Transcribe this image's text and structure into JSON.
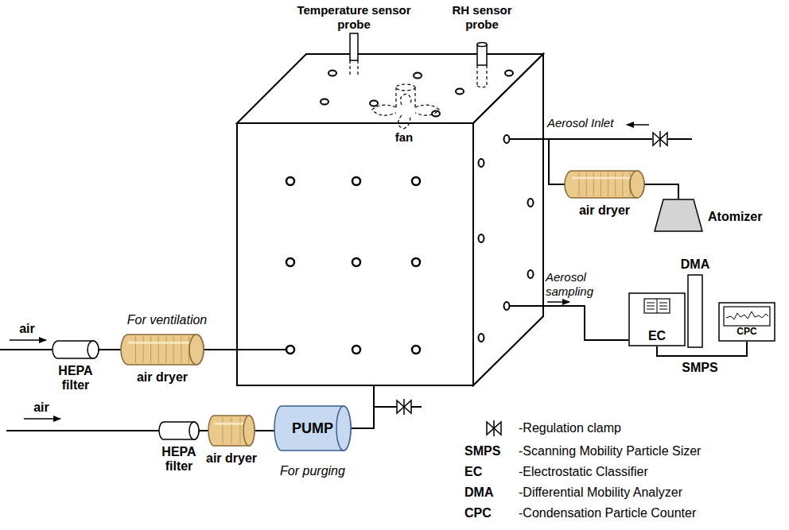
{
  "diagram": {
    "nodes": [
      {
        "text": [
          "air dryer"
        ]
      },
      {
        "text": [
          "Atomizer"
        ]
      },
      {
        "text": [
          "EC"
        ]
      },
      {
        "text": [
          "DMA"
        ]
      },
      {
        "text": [
          "CPC"
        ]
      },
      {
        "text": [
          "HEPA filter"
        ]
      },
      {
        "text": [
          "air dryer"
        ]
      },
      {
        "text": [
          "HEPA filter"
        ]
      },
      {
        "text": [
          "air dryer"
        ]
      },
      {
        "text": [
          "PUMP"
        ]
      }
    ],
    "edges": [
      {
        "from": 1,
        "to": 0,
        "arrow": "none"
      },
      {
        "from": 2,
        "to": 4,
        "arrow": "none"
      },
      {
        "from": 5,
        "to": 6,
        "arrow": "none"
      },
      {
        "from": 7,
        "to": 8,
        "arrow": "none"
      },
      {
        "from": 8,
        "to": 9,
        "arrow": "none"
      }
    ],
    "labels": [
      "Temperature sensor probe",
      "RH sensor probe",
      "fan",
      "Aerosol Inlet",
      "Aerosol sampling",
      "air",
      "For ventilation",
      "air",
      "For purging",
      "SMPS",
      "SMPS",
      "-Scanning Mobility Particle Sizer",
      "EC",
      "-Electrostatic Classifier",
      "DMA",
      "-Differential Mobility Analyzer",
      "CPC",
      "-Condensation Particle Counter"
    ],
    "legend": [
      {
        "text": "-Regulation clamp"
      }
    ]
  }
}
